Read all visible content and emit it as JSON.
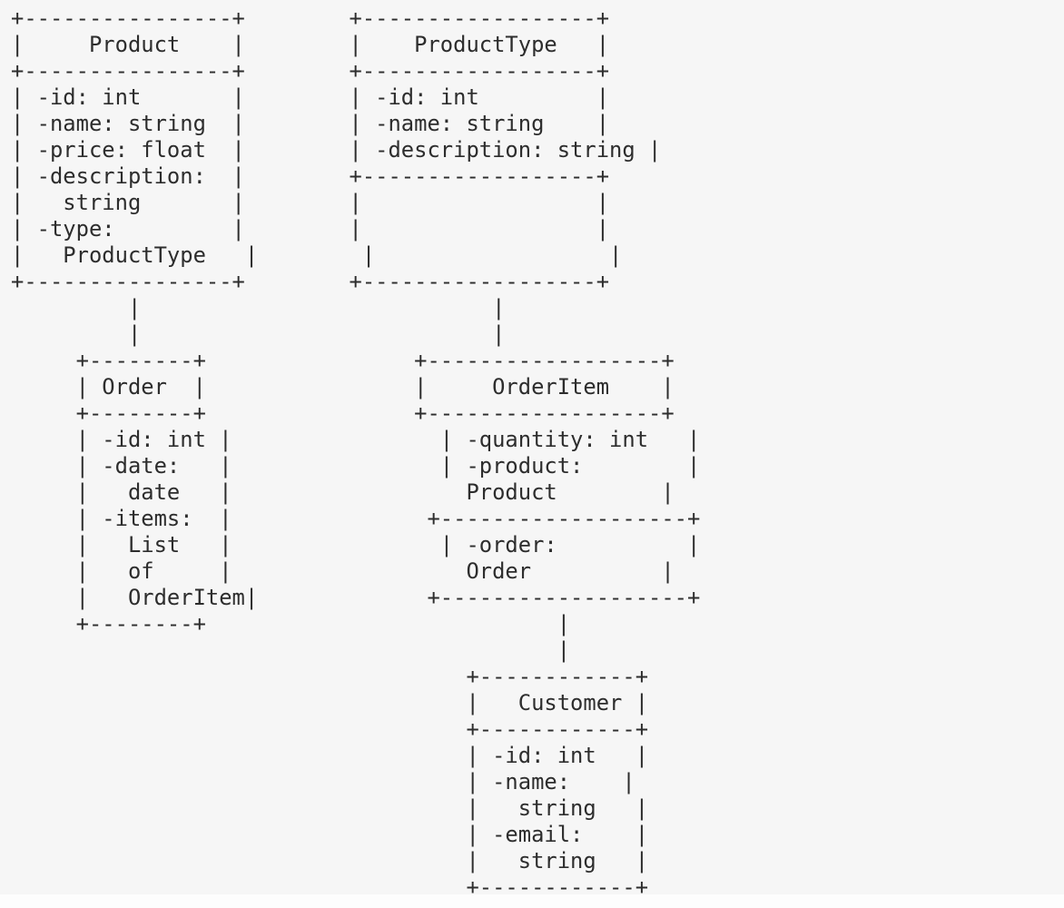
{
  "page": {
    "background_color": "#f6f6f6",
    "text_color": "#2d2d2d",
    "bottom_strip_color": "#fdfdfd"
  },
  "diagram": {
    "kind": "ascii-uml-class-diagram",
    "classes": [
      {
        "name": "Product",
        "attributes": [
          "-id: int",
          "-name: string",
          "-price: float",
          "-description: string",
          "-type: ProductType"
        ]
      },
      {
        "name": "ProductType",
        "attributes": [
          "-id: int",
          "-name: string",
          "-description: string"
        ]
      },
      {
        "name": "Order",
        "attributes": [
          "-id: int",
          "-date: date",
          "-items: List of OrderItem"
        ]
      },
      {
        "name": "OrderItem",
        "attributes": [
          "-quantity: int",
          "-product: Product",
          "-order: Order"
        ]
      },
      {
        "name": "Customer",
        "attributes": [
          "-id: int",
          "-name: string",
          "-email: string"
        ]
      }
    ],
    "lines": [
      "+----------------+        +------------------+",
      "|     Product    |        |    ProductType   |",
      "+----------------+        +------------------+",
      "| -id: int       |        | -id: int         |",
      "| -name: string  |        | -name: string    |",
      "| -price: float  |        | -description: string |",
      "| -description:  |        +------------------+",
      "|   string       |        |                  |",
      "| -type:         |        |                  |",
      "|   ProductType   |        |                  |",
      "+----------------+        +------------------+",
      "         |                           |",
      "         |                           |",
      "     +--------+                +------------------+",
      "     | Order  |                |     OrderItem    |",
      "     +--------+                +------------------+",
      "     | -id: int |                | -quantity: int   |",
      "     | -date:   |                | -product:        |",
      "     |   date   |                  Product        |",
      "     | -items:  |               +-------------------+",
      "     |   List   |                | -order:          |",
      "     |   of     |                  Order          |",
      "     |   OrderItem|             +-------------------+",
      "     +--------+                           |",
      "                                          |",
      "                                   +------------+",
      "                                   |   Customer |",
      "                                   +------------+",
      "                                   | -id: int   |",
      "                                   | -name:    |",
      "                                   |   string   |",
      "                                   | -email:    |",
      "                                   |   string   |",
      "                                   +------------+"
    ]
  }
}
